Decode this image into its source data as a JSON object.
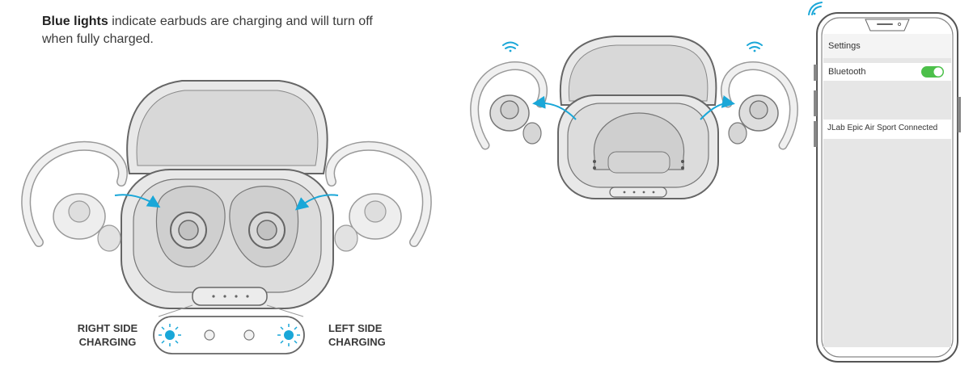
{
  "caption": {
    "bold": "Blue lights",
    "rest": " indicate earbuds are charging and will turn off when fully charged."
  },
  "labels": {
    "right_line1": "RIGHT SIDE",
    "right_line2": "CHARGING",
    "left_line1": "LEFT SIDE",
    "left_line2": "CHARGING"
  },
  "phone": {
    "settings_title": "Settings",
    "bluetooth_label": "Bluetooth",
    "bluetooth_on": true,
    "connected_text": "JLab Epic Air Sport Connected"
  },
  "colors": {
    "accent_blue": "#1aa7d8",
    "toggle_green": "#4cc04a",
    "outline": "#666666",
    "fill_light": "#e6e6e6"
  }
}
